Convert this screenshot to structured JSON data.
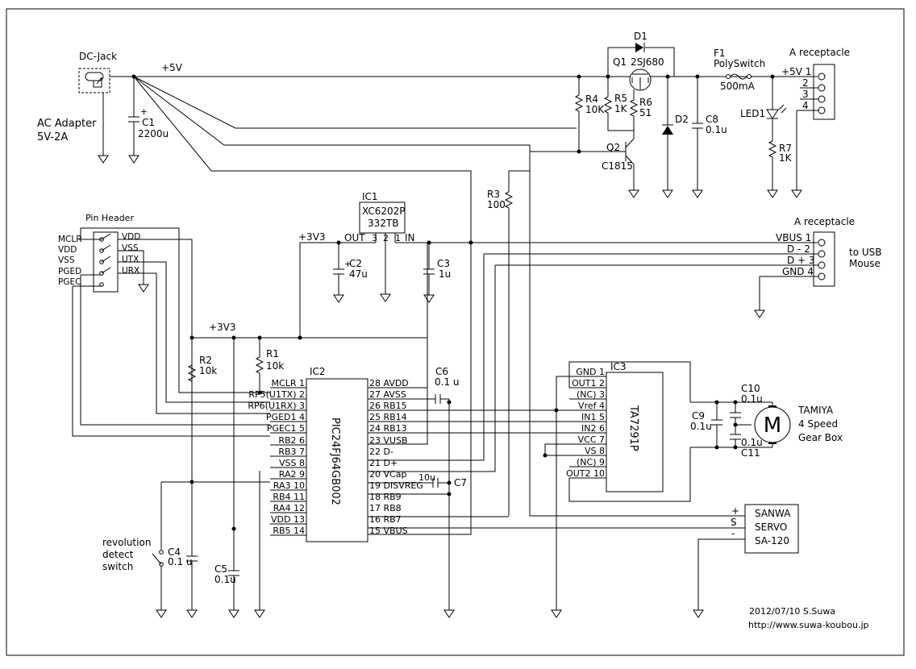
{
  "dc_jack": {
    "title": "DC-Jack",
    "adapter_line1": "AC Adapter",
    "adapter_line2": "5V-2A",
    "rail": "+5V"
  },
  "c1": {
    "ref": "C1",
    "value": "2200u"
  },
  "ic1": {
    "ref": "IC1",
    "part1": "XC6202P",
    "part2": "332TB",
    "pin3": "3",
    "pin2": "2",
    "pin1": "1",
    "out": "OUT",
    "in": "IN",
    "rail": "+3V3"
  },
  "c2": {
    "ref": "C2",
    "value": "47u"
  },
  "c3": {
    "ref": "C3",
    "value": "1u"
  },
  "d1": {
    "ref": "D1"
  },
  "q1": {
    "ref": "Q1",
    "part": "2SJ680"
  },
  "r4": {
    "ref": "R4",
    "value": "10K"
  },
  "r5": {
    "ref": "R5",
    "value": "1K"
  },
  "r6": {
    "ref": "R6",
    "value": "51"
  },
  "d2": {
    "ref": "D2"
  },
  "c8": {
    "ref": "C8",
    "value": "0.1u"
  },
  "q2": {
    "ref": "Q2",
    "part": "C1815"
  },
  "r3": {
    "ref": "R3",
    "value": "100"
  },
  "f1": {
    "ref": "F1",
    "part": "PolySwitch",
    "value": "500mA"
  },
  "rec1": {
    "title": "A receptacle",
    "pin1": "+5V  1",
    "pin2": "2",
    "pin3": "3",
    "pin4": "4"
  },
  "led1": {
    "ref": "LED1"
  },
  "r7": {
    "ref": "R7",
    "value": "1K"
  },
  "rec2": {
    "title": "A receptacle",
    "pins": [
      "VBUS 1",
      "D - 2",
      "D + 3",
      "GND 4"
    ],
    "note1": "to USB",
    "note2": "Mouse"
  },
  "pin_header": {
    "title": "Pin Header",
    "left": [
      "MCLR",
      "VDD",
      "VSS",
      "PGED",
      "PGEC"
    ],
    "right": [
      "VDD",
      "VSS",
      "UTX",
      "URX"
    ]
  },
  "rail_3v3": "+3V3",
  "r1": {
    "ref": "R1",
    "value": "10k"
  },
  "r2": {
    "ref": "R2",
    "value": "10k"
  },
  "ic2": {
    "ref": "IC2",
    "part": "PIC24FJ64GB002",
    "left_pins": [
      "MCLR  1",
      "RP5(U1TX)  2",
      "RP6(U1RX)  3",
      "PGED1  4",
      "PGEC1  5",
      "RB2  6",
      "RB3  7",
      "VSS  8",
      "RA2  9",
      "RA3 10",
      "RB4 11",
      "RA4 12",
      "VDD 13",
      "RB5 14"
    ],
    "right_pins": [
      "28 AVDD",
      "27 AVSS",
      "26 RB15",
      "25 RB14",
      "24 RB13",
      "23 VUSB",
      "22 D-",
      "21 D+",
      "20 VCap",
      "19 DISVREG",
      "18 RB9",
      "17 RB8",
      "16 RB7",
      "15 VBUS"
    ]
  },
  "c6": {
    "ref": "C6",
    "value": "0.1 u"
  },
  "c7": {
    "ref": "C7",
    "value": "10u"
  },
  "c4": {
    "ref": "C4",
    "value": "0.1 u"
  },
  "c5": {
    "ref": "C5",
    "value": "0.1u"
  },
  "switch": {
    "line1": "revolution",
    "line2": "detect",
    "line3": "switch"
  },
  "ic3": {
    "ref": "IC3",
    "part": "TA7291P",
    "pins": [
      "GND  1",
      "OUT1 2",
      "(NC) 3",
      "Vref 4",
      "IN1 5",
      "IN2 6",
      "VCC 7",
      "VS 8",
      "(NC) 9",
      "OUT2 10"
    ]
  },
  "c9": {
    "ref": "C9",
    "value": "0.1u"
  },
  "c10": {
    "ref": "C10",
    "value": "0.1u"
  },
  "c11": {
    "ref": "C11",
    "value": "0.1u"
  },
  "motor": {
    "symbol": "M",
    "line1": "TAMIYA",
    "line2": "4 Speed",
    "line3": "Gear Box"
  },
  "servo": {
    "line1": "SANWA",
    "line2": "SERVO",
    "line3": "SA-120",
    "pin_plus": "+",
    "pin_s": "S",
    "pin_minus": "-"
  },
  "footer": {
    "date_author": "2012/07/10  S.Suwa",
    "url": "http://www.suwa-koubou.jp"
  }
}
